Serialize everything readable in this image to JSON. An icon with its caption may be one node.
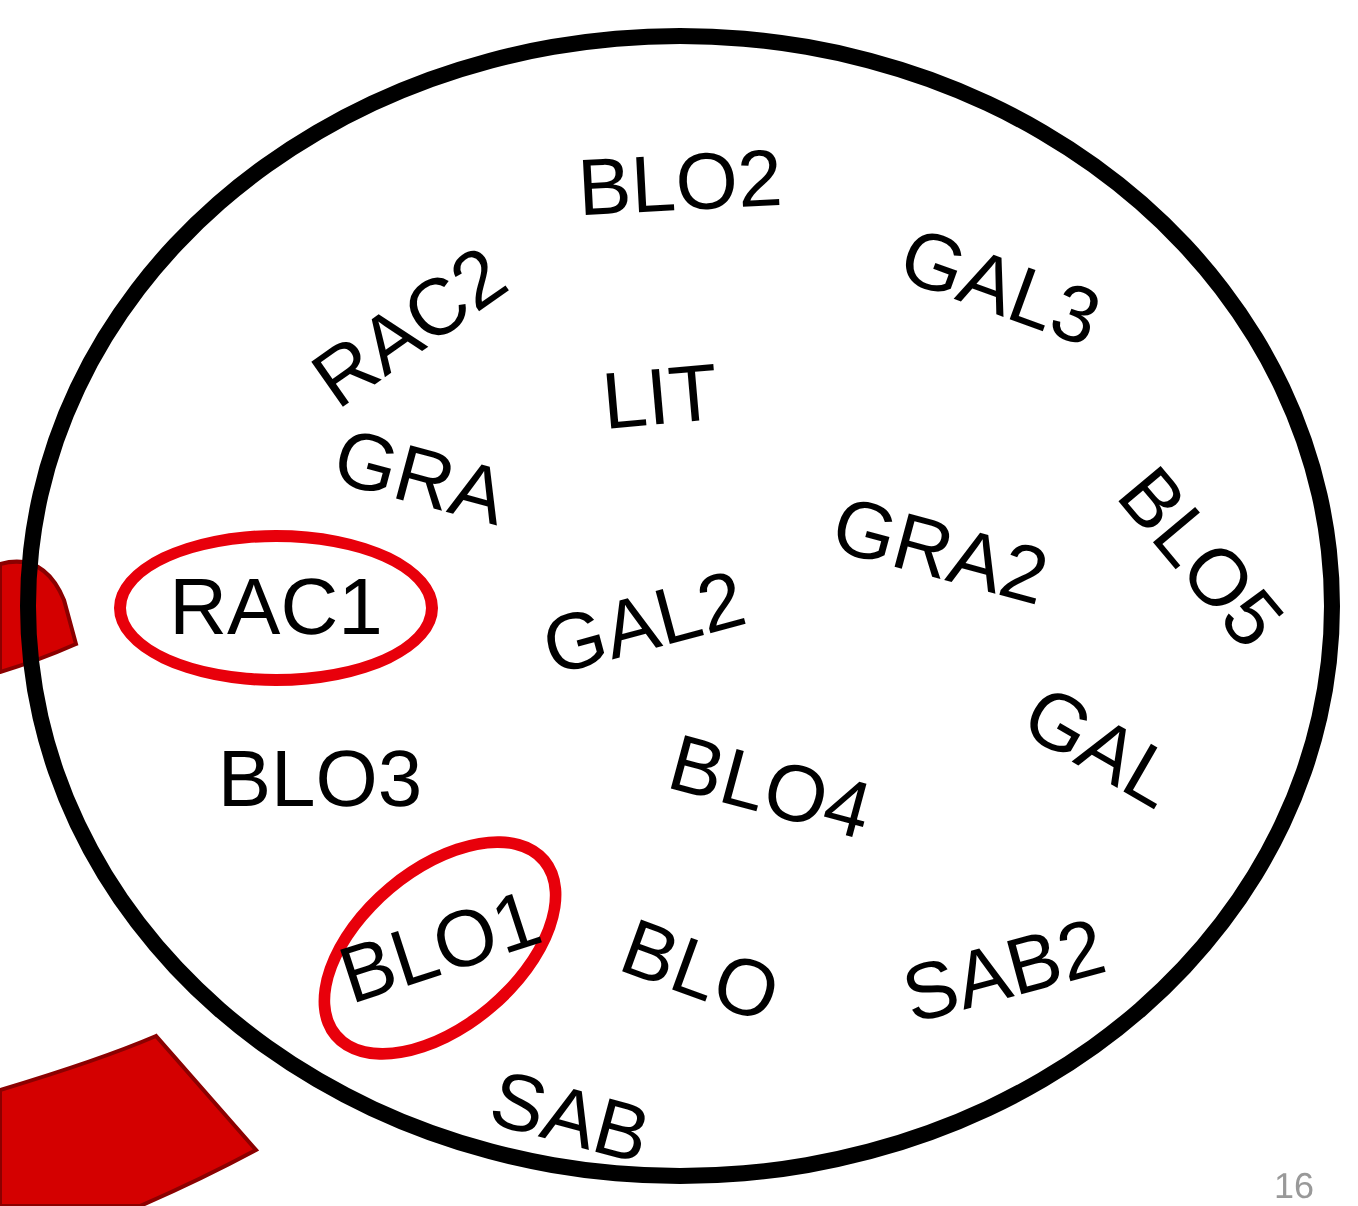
{
  "diagram": {
    "nodes": [
      {
        "text": [
          "BLO2",
          "RAC2",
          "GAL3",
          "LIT",
          "GRA",
          "BLO5",
          "GRA2",
          "GAL2",
          "GAL",
          "BLO3",
          "BLO4",
          "BLO",
          "SAB2",
          "SAB"
        ]
      },
      {
        "text": [
          "RAC1"
        ],
        "in": 0
      },
      {
        "text": [
          "BLO1"
        ],
        "in": 0
      }
    ],
    "labels": [
      "16"
    ]
  }
}
